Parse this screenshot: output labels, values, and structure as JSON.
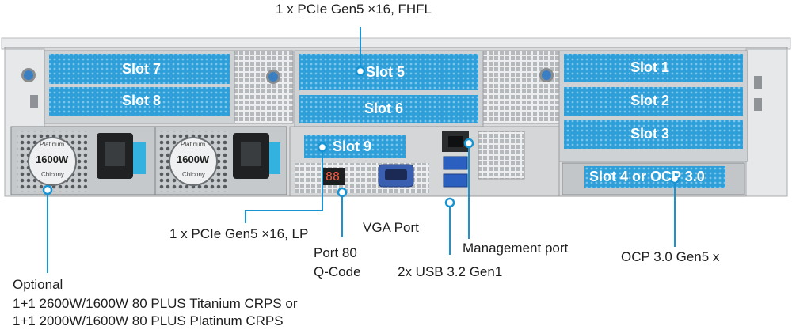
{
  "slots": {
    "slot7": "Slot 7",
    "slot8": "Slot 8",
    "slot5": "Slot 5",
    "slot6": "Slot 6",
    "slot1": "Slot 1",
    "slot2": "Slot 2",
    "slot3": "Slot 3",
    "slot9": "Slot 9",
    "slot4": "Slot 4 or OCP 3.0"
  },
  "psu": {
    "badge_top": "Platinum",
    "badge_watt": "1600W",
    "badge_bottom": "Chicony"
  },
  "qcode_display": "88",
  "callouts": {
    "top_pcie": "1 x PCIe Gen5 ×16, FHFL",
    "lp_pcie": "1 x PCIe Gen5 ×16, LP",
    "port80_line1": "Port 80",
    "port80_line2": "Q-Code",
    "vga": "VGA Port",
    "usb": "2x USB 3.2 Gen1",
    "mgmt": "Management port",
    "ocp": "OCP 3.0 Gen5 x",
    "psu_line1": "Optional",
    "psu_line2": "1+1 2600W/1600W 80 PLUS Titanium CRPS or",
    "psu_line3": "1+1 2000W/1600W 80 PLUS Platinum CRPS"
  },
  "colors": {
    "slot_blue": "#2e9fd8",
    "callout_blue": "#1993d1",
    "chassis": "#d9dbdc",
    "chassis_dark": "#9a9c9e"
  }
}
